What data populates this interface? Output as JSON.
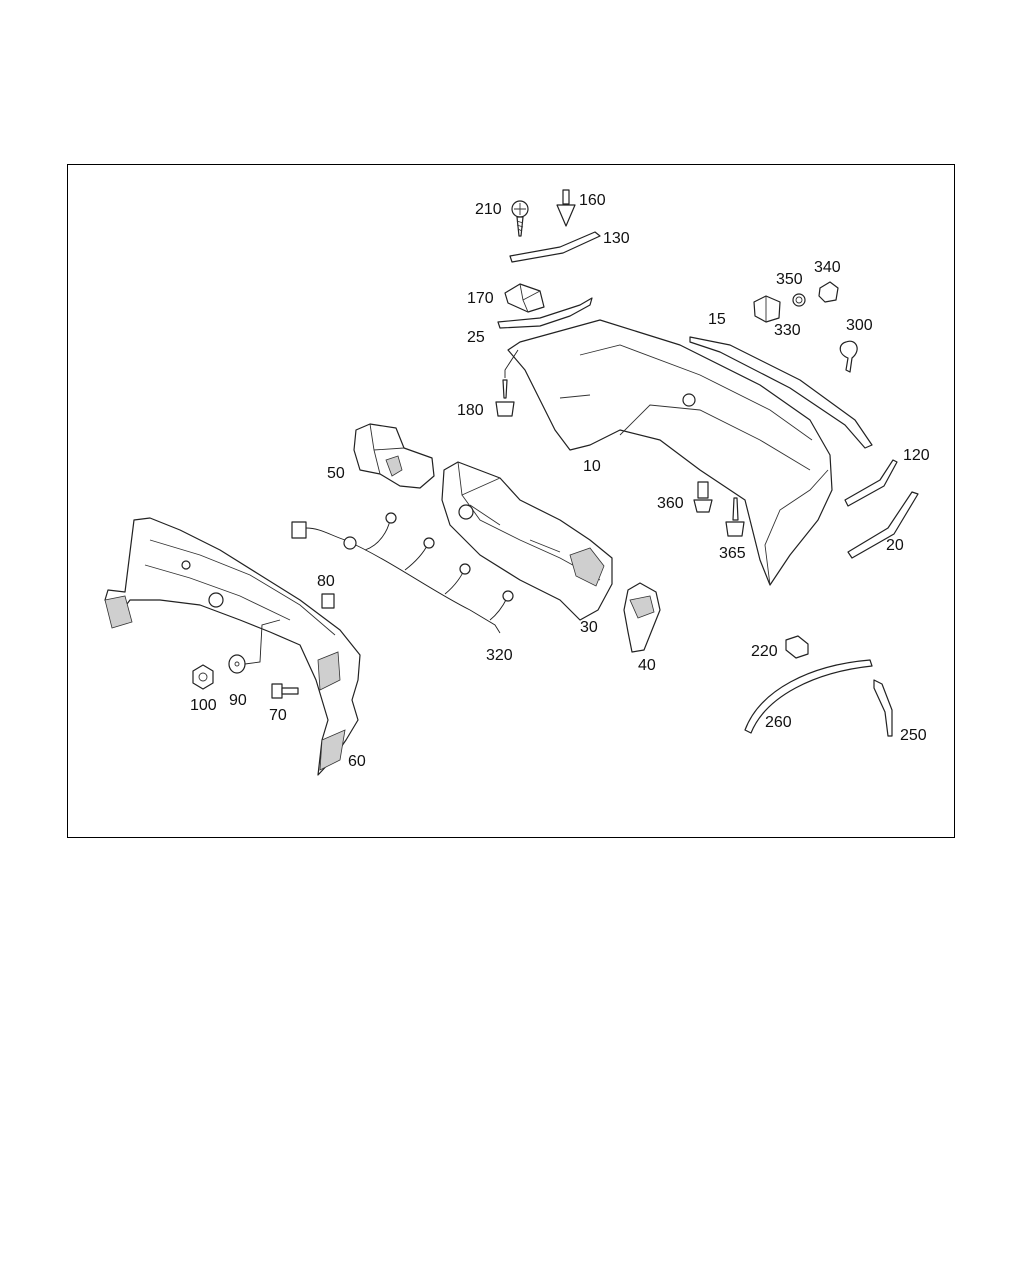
{
  "labels": {
    "p10": "10",
    "p15": "15",
    "p20": "20",
    "p25": "25",
    "p30": "30",
    "p40": "40",
    "p50": "50",
    "p60": "60",
    "p70": "70",
    "p80": "80",
    "p90": "90",
    "p100": "100",
    "p120": "120",
    "p130": "130",
    "p160": "160",
    "p170": "170",
    "p180": "180",
    "p210": "210",
    "p220": "220",
    "p250": "250",
    "p260": "260",
    "p300": "300",
    "p320": "320",
    "p330": "330",
    "p340": "340",
    "p350": "350",
    "p360": "360",
    "p365": "365"
  }
}
